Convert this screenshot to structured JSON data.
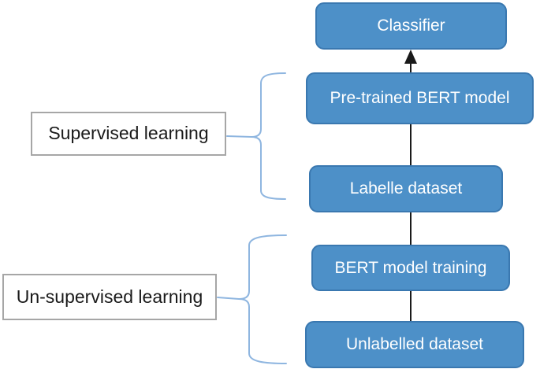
{
  "diagram": {
    "type": "flow-diagram",
    "description": "BERT training pipeline: unlabelled dataset feeds BERT model training (un-supervised learning), then labelled dataset fine-tunes pre-trained BERT model (supervised learning) producing a classifier",
    "nodes": [
      {
        "id": "classifier",
        "label": "Classifier"
      },
      {
        "id": "pretrained",
        "label": "Pre-trained BERT model"
      },
      {
        "id": "labelled",
        "label": "Labelle dataset"
      },
      {
        "id": "training",
        "label": "BERT model training"
      },
      {
        "id": "unlabelled",
        "label": "Unlabelled dataset"
      }
    ],
    "flow_order_bottom_to_top": [
      "Unlabelled dataset",
      "BERT model training",
      "Labelle dataset",
      "Pre-trained BERT model",
      "Classifier"
    ],
    "groups": [
      {
        "id": "supervised",
        "label": "Supervised learning",
        "covers": [
          "Pre-trained BERT model",
          "Labelle dataset"
        ]
      },
      {
        "id": "unsupervised",
        "label": "Un-supervised learning",
        "covers": [
          "BERT model training",
          "Unlabelled dataset"
        ]
      }
    ],
    "colors": {
      "node_fill": "#4D90C8",
      "node_border": "#3A78B0",
      "node_text": "#FFFFFF",
      "group_bg": "#FFFFFF",
      "group_border": "#A6A6A6",
      "group_text": "#1A1A1A",
      "brace": "#8FB6E0",
      "arrow": "#1A1A1A",
      "background": "#FFFFFF"
    }
  }
}
